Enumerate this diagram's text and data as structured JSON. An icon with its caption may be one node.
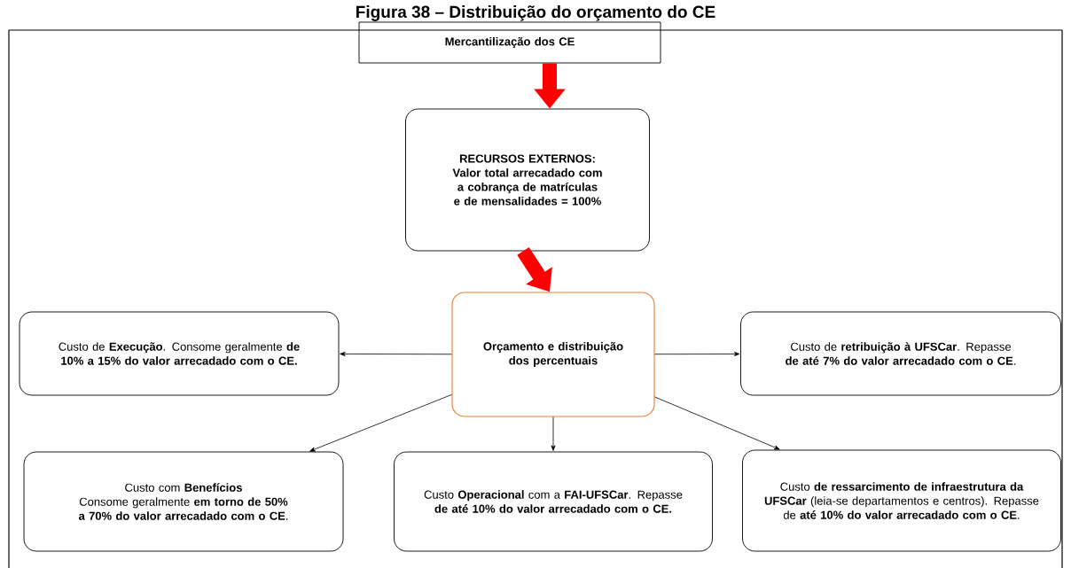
{
  "diagram": {
    "title": "Figura 38 – Distribuição do orçamento do CE",
    "nodes": [
      {
        "text": [
          "Mercantilização dos CE"
        ]
      },
      {
        "text": [
          "RECURSOS EXTERNOS:",
          "Valor total arrecadado com a cobrança de matrículas e de mensalidades = 100%"
        ]
      },
      {
        "text": [
          "Orçamento e distribuição dos percentuais"
        ]
      },
      {
        "text": [
          "Custo de **Execução**. Consome geralmente **de 10% a 15% do valor arrecadado com o CE.**"
        ]
      },
      {
        "text": [
          "Custo de **retribuição à UFSCar**. Repasse **de até 7% do valor arrecadado com o CE**."
        ]
      },
      {
        "text": [
          "Custo com **Benefícios**",
          "Consome geralmente **em torno de 50% a 70% do valor arrecadado com o CE**."
        ]
      },
      {
        "text": [
          "Custo **Operacional** com a **FAI-UFSCar**. Repasse **de até 10% do valor arrecadado com o CE.**"
        ]
      },
      {
        "text": [
          "Custo **de ressarcimento de infraestrutura da UFSCar** (leia-se departamentos e centros). Repasse de **até 10% do valor arrecadado com o CE**."
        ]
      }
    ],
    "edges": [
      {
        "from": 0,
        "to": 1,
        "arrow": "to",
        "style": "thick",
        "color": "#ff0000"
      },
      {
        "from": 1,
        "to": 2,
        "arrow": "to",
        "style": "thick",
        "color": "#ff0000"
      },
      {
        "from": 2,
        "to": 3,
        "arrow": "to"
      },
      {
        "from": 2,
        "to": 4,
        "arrow": "to"
      },
      {
        "from": 2,
        "to": 5,
        "arrow": "to"
      },
      {
        "from": 2,
        "to": 6,
        "arrow": "to"
      },
      {
        "from": 2,
        "to": 7,
        "arrow": "to"
      }
    ]
  }
}
